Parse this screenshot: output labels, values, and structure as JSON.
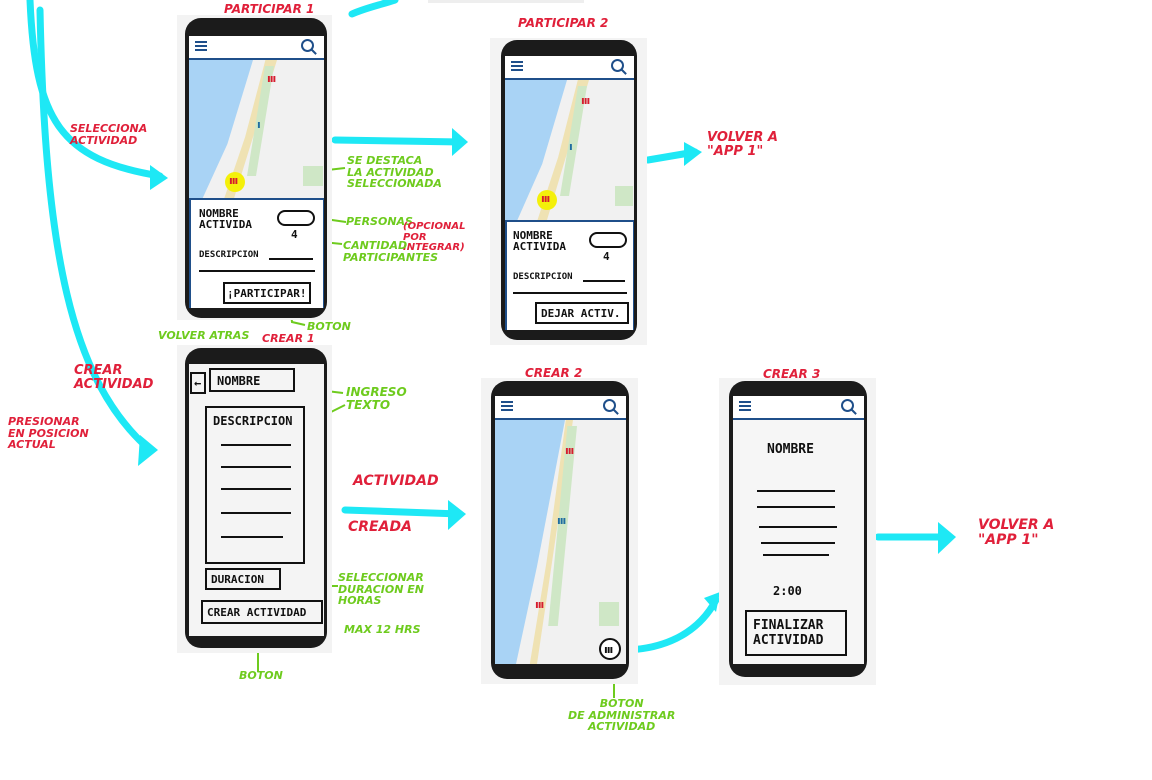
{
  "screens": {
    "participar1": {
      "title": "PARTICIPAR 1",
      "name_label": "NOMBRE\nACTIVIDA",
      "count": "4",
      "description_label": "DESCRIPCION",
      "button_label": "¡PARTICIPAR!"
    },
    "participar2": {
      "title": "PARTICIPAR 2",
      "name_label": "NOMBRE\nACTIVIDA",
      "count": "4",
      "description_label": "DESCRIPCION",
      "button_label": "DEJAR ACTIV."
    },
    "crear1": {
      "title": "CREAR 1",
      "name_field": "NOMBRE",
      "description_field": "DESCRIPCION",
      "duration_field": "DURACION",
      "button_label": "CREAR ACTIVIDAD"
    },
    "crear2": {
      "title": "CREAR 2",
      "admin_button": ""
    },
    "crear3": {
      "title": "CREAR 3",
      "name_label": "NOMBRE",
      "time": "2:00",
      "button_label": "FINALIZAR\nACTIVIDAD"
    }
  },
  "annotations": {
    "selecciona_actividad": "SELECCIONA\nACTIVIDAD",
    "se_destaca": "SE DESTACA\nLA ACTIVIDAD\nSELECCIONADA",
    "personas": "PERSONAS",
    "opcional": "(OPCIONAL\nPOR\nINTEGRAR)",
    "cantidad": "CANTIDAD\nPARTICIPANTES",
    "boton1": "BOTON",
    "volver_app1_top": "VOLVER A\n\"APP 1\"",
    "crear_actividad": "CREAR\nACTIVIDAD",
    "presionar": "PRESIONAR\nEN POSICION\nACTUAL",
    "volver_atras": "VOLVER ATRAS",
    "ingreso_texto": "INGRESO\nTEXTO",
    "seleccionar_duracion": "SELECCIONAR\nDURACION EN\nHORAS",
    "max_hrs": "MAX 12 HRS",
    "boton2": "BOTON",
    "actividad_creada_1": "ACTIVIDAD",
    "actividad_creada_2": "CREADA",
    "boton_admin": "BOTON\nDE ADMINISTRAR\nACTIVIDAD",
    "volver_app1_bottom": "VOLVER A\n\"APP 1\""
  },
  "colors": {
    "annotation_red": "#e0203a",
    "annotation_green": "#6ecb1e",
    "arrow_cyan": "#1ee8f5",
    "ui_blue": "#1f4f8a",
    "map_sea": "#a9d3f5"
  }
}
